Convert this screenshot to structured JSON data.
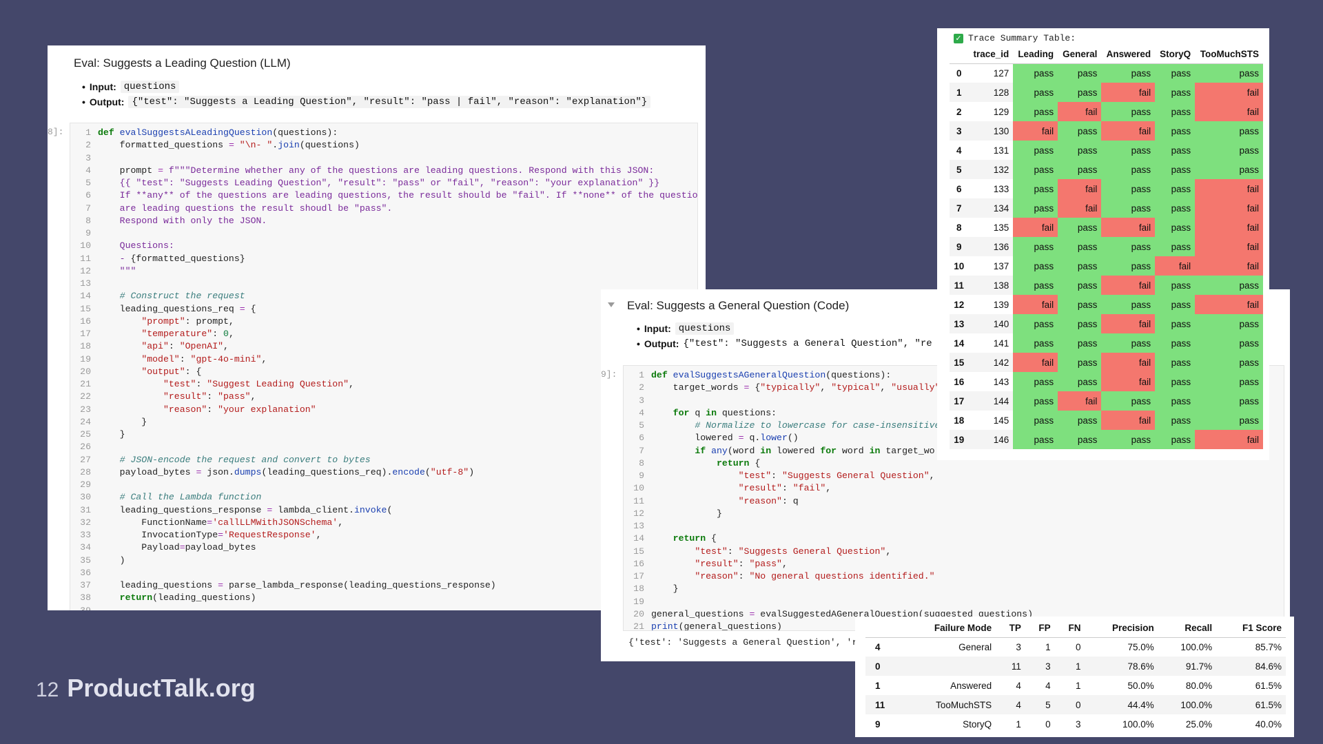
{
  "panel1": {
    "title": "Eval: Suggests a Leading Question (LLM)",
    "input_label": "Input:",
    "input_value": "questions",
    "output_label": "Output:",
    "output_value": "{\"test\": \"Suggests a Leading Question\", \"result\": \"pass | fail\", \"reason\": \"explanation\"}",
    "cell_prompt": "8]:"
  },
  "panel2": {
    "title": "Eval: Suggests a General Question (Code)",
    "input_label": "Input:",
    "input_value": "questions",
    "output_label": "Output:",
    "output_value": "{\"test\": \"Suggests a General Question\", \"re",
    "cell_prompt": "9]:",
    "result_output": "{'test': 'Suggests a General Question', 'r"
  },
  "trace": {
    "check_icon": "check-box-icon",
    "title": "Trace Summary Table:",
    "columns": [
      "",
      "trace_id",
      "Leading",
      "General",
      "Answered",
      "StoryQ",
      "TooMuchSTS"
    ],
    "rows": [
      [
        "0",
        "127",
        "pass",
        "pass",
        "pass",
        "pass",
        "pass"
      ],
      [
        "1",
        "128",
        "pass",
        "pass",
        "fail",
        "pass",
        "fail"
      ],
      [
        "2",
        "129",
        "pass",
        "fail",
        "pass",
        "pass",
        "fail"
      ],
      [
        "3",
        "130",
        "fail",
        "pass",
        "fail",
        "pass",
        "pass"
      ],
      [
        "4",
        "131",
        "pass",
        "pass",
        "pass",
        "pass",
        "pass"
      ],
      [
        "5",
        "132",
        "pass",
        "pass",
        "pass",
        "pass",
        "pass"
      ],
      [
        "6",
        "133",
        "pass",
        "fail",
        "pass",
        "pass",
        "fail"
      ],
      [
        "7",
        "134",
        "pass",
        "fail",
        "pass",
        "pass",
        "fail"
      ],
      [
        "8",
        "135",
        "fail",
        "pass",
        "fail",
        "pass",
        "fail"
      ],
      [
        "9",
        "136",
        "pass",
        "pass",
        "pass",
        "pass",
        "fail"
      ],
      [
        "10",
        "137",
        "pass",
        "pass",
        "pass",
        "fail",
        "fail"
      ],
      [
        "11",
        "138",
        "pass",
        "pass",
        "fail",
        "pass",
        "pass"
      ],
      [
        "12",
        "139",
        "fail",
        "pass",
        "pass",
        "pass",
        "fail"
      ],
      [
        "13",
        "140",
        "pass",
        "pass",
        "fail",
        "pass",
        "pass"
      ],
      [
        "14",
        "141",
        "pass",
        "pass",
        "pass",
        "pass",
        "pass"
      ],
      [
        "15",
        "142",
        "fail",
        "pass",
        "fail",
        "pass",
        "pass"
      ],
      [
        "16",
        "143",
        "pass",
        "pass",
        "fail",
        "pass",
        "pass"
      ],
      [
        "17",
        "144",
        "pass",
        "fail",
        "pass",
        "pass",
        "pass"
      ],
      [
        "18",
        "145",
        "pass",
        "pass",
        "fail",
        "pass",
        "pass"
      ],
      [
        "19",
        "146",
        "pass",
        "pass",
        "pass",
        "pass",
        "fail"
      ]
    ]
  },
  "metrics": {
    "columns": [
      "",
      "Failure Mode",
      "TP",
      "FP",
      "FN",
      "Precision",
      "Recall",
      "F1 Score"
    ],
    "rows": [
      [
        "4",
        "General",
        "3",
        "1",
        "0",
        "75.0%",
        "100.0%",
        "85.7%"
      ],
      [
        "0",
        "",
        "11",
        "3",
        "1",
        "78.6%",
        "91.7%",
        "84.6%"
      ],
      [
        "1",
        "Answered",
        "4",
        "4",
        "1",
        "50.0%",
        "80.0%",
        "61.5%"
      ],
      [
        "11",
        "TooMuchSTS",
        "4",
        "5",
        "0",
        "44.4%",
        "100.0%",
        "61.5%"
      ],
      [
        "9",
        "StoryQ",
        "1",
        "0",
        "3",
        "100.0%",
        "25.0%",
        "40.0%"
      ]
    ]
  },
  "colors": {
    "pass": "#7ee07e",
    "fail": "#f4776e",
    "background": "#44476a"
  },
  "brand": {
    "slide_number": "12",
    "name": "ProductTalk.org"
  }
}
